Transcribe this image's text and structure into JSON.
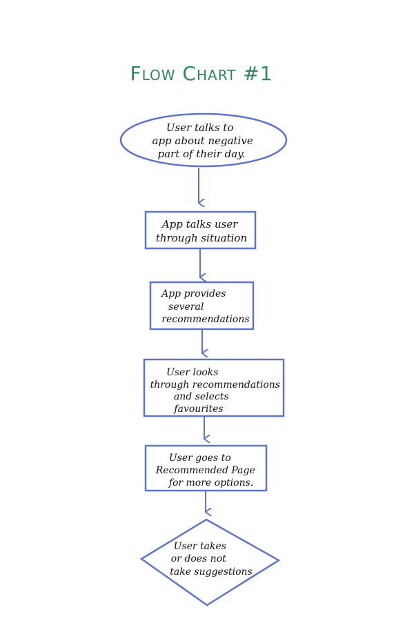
{
  "title": "Flow Chart #1",
  "colors": {
    "title": "#2e8b57",
    "stroke": "#5b73d6",
    "text": "#111111"
  },
  "nodes": [
    {
      "shape": "ellipse",
      "lines": [
        "User talks to",
        "app about negative",
        "part of their day."
      ]
    },
    {
      "shape": "rect",
      "lines": [
        "App talks user",
        "through situation"
      ]
    },
    {
      "shape": "rect",
      "lines": [
        "App provides",
        "several",
        "recommendations"
      ]
    },
    {
      "shape": "rect",
      "lines": [
        "User looks",
        "through recommendations",
        "and selects",
        "favourites"
      ]
    },
    {
      "shape": "rect",
      "lines": [
        "User goes to",
        "Recommended Page",
        "for more options."
      ]
    },
    {
      "shape": "diamond",
      "lines": [
        "User takes",
        "or does not",
        "take suggestions"
      ]
    }
  ]
}
